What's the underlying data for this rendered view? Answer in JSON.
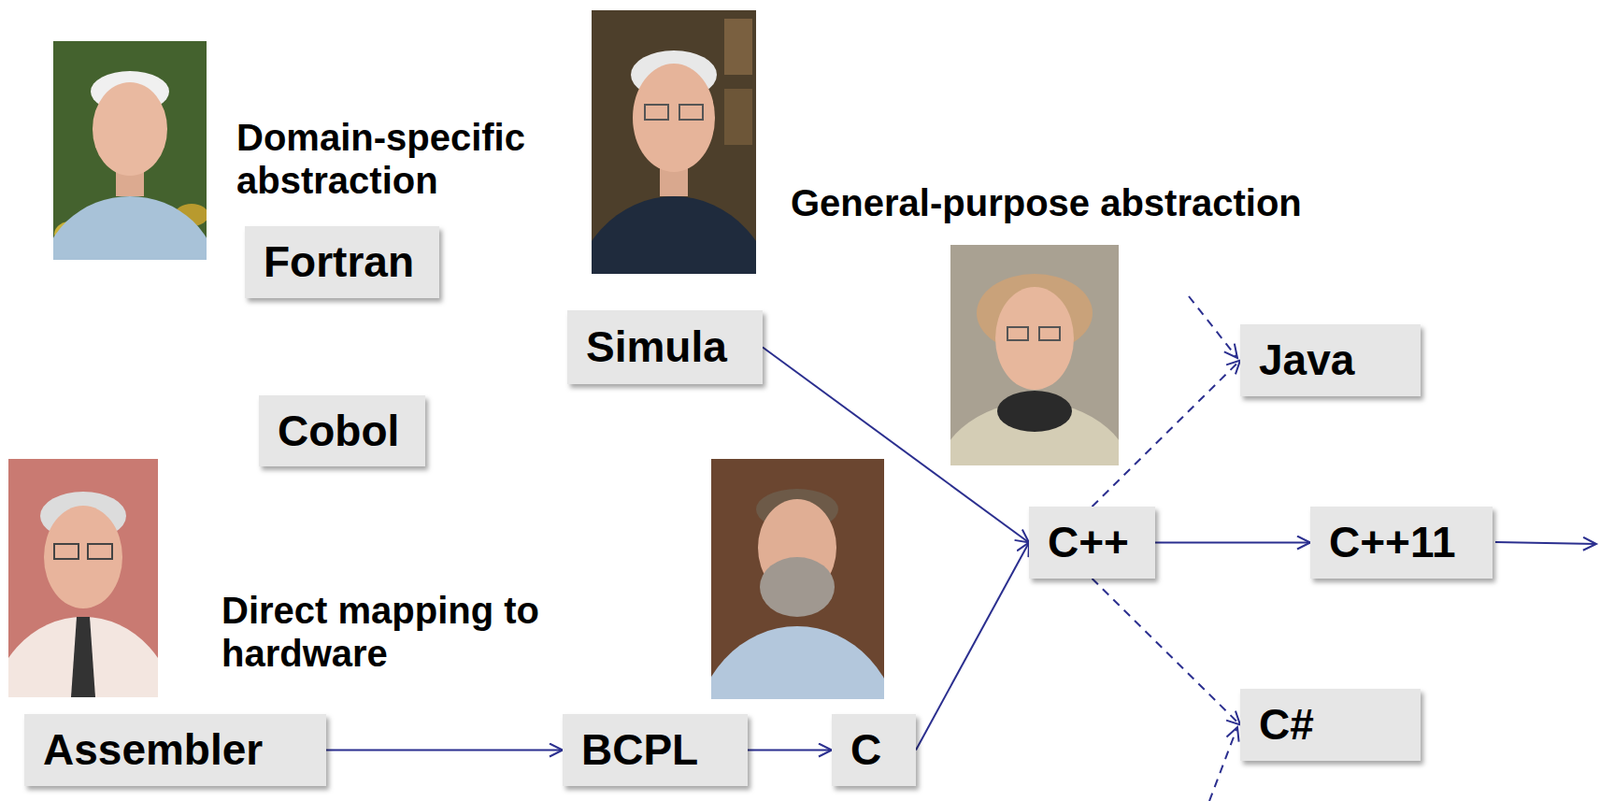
{
  "diagram": {
    "nodes": [
      {
        "text": [
          "Fortran"
        ]
      },
      {
        "text": [
          "Simula"
        ]
      },
      {
        "text": [
          "Java"
        ]
      },
      {
        "text": [
          "Cobol"
        ]
      },
      {
        "text": [
          "C++"
        ]
      },
      {
        "text": [
          "C++11"
        ]
      },
      {
        "text": [
          "C#"
        ]
      },
      {
        "text": [
          "Assembler"
        ]
      },
      {
        "text": [
          "BCPL"
        ]
      },
      {
        "text": [
          "C"
        ]
      }
    ],
    "edges": [
      {
        "from": 7,
        "to": 8,
        "arrow": "to"
      },
      {
        "from": 8,
        "to": 9,
        "arrow": "to"
      },
      {
        "from": 9,
        "to": 4,
        "arrow": "to"
      },
      {
        "from": 1,
        "to": 4,
        "arrow": "to"
      },
      {
        "from": 4,
        "to": 5,
        "arrow": "to"
      },
      {
        "from": 4,
        "to": 2,
        "arrow": "to"
      },
      {
        "from": 4,
        "to": 6,
        "arrow": "to"
      }
    ],
    "labels": [
      "Domain-specific abstraction",
      "General-purpose abstraction",
      "Direct mapping to hardware"
    ]
  }
}
